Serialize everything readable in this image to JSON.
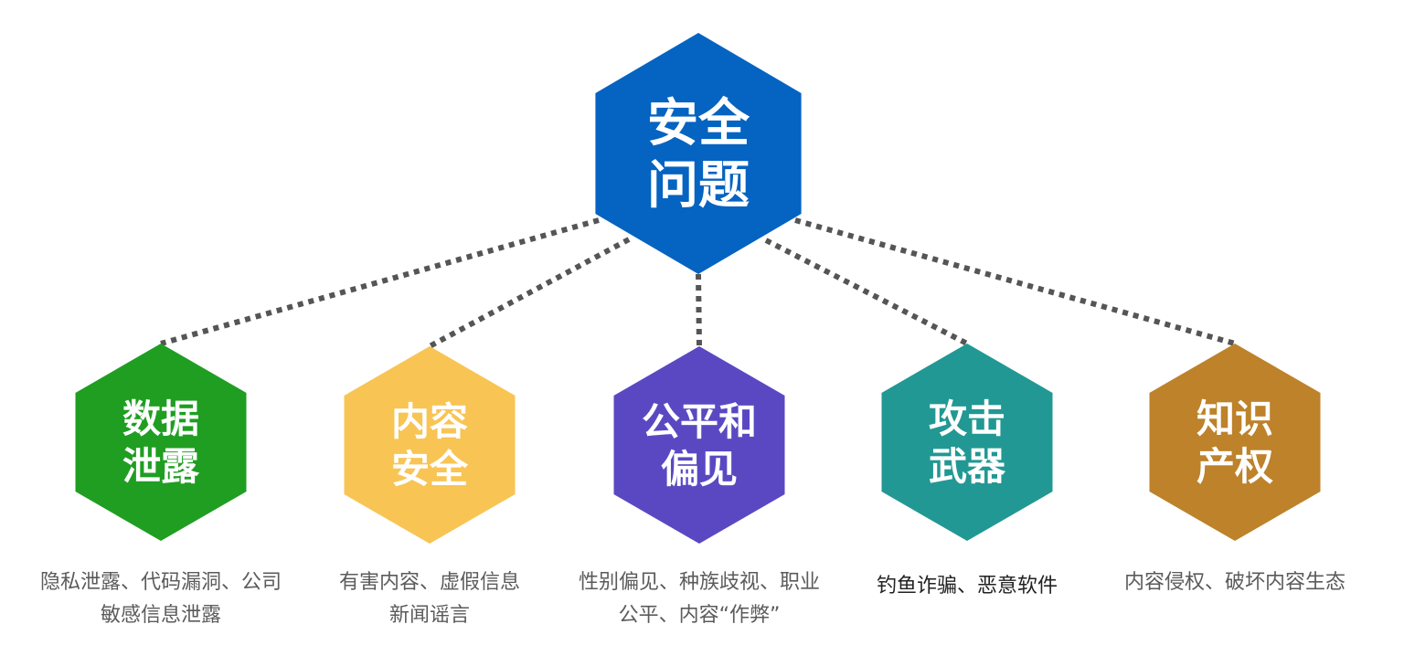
{
  "center": {
    "label_lines": [
      "安全",
      "问题"
    ],
    "color": "#0563c1"
  },
  "categories": [
    {
      "label_lines": [
        "数据",
        "泄露"
      ],
      "color": "#1f9e22",
      "desc_lines": [
        "隐私泄露、代码漏洞、公司",
        "敏感信息泄露"
      ]
    },
    {
      "label_lines": [
        "内容",
        "安全"
      ],
      "color": "#f8c454",
      "desc_lines": [
        "有害内容、虚假信息",
        "新闻谣言"
      ]
    },
    {
      "label_lines": [
        "公平和",
        "偏见"
      ],
      "color": "#5a48c3",
      "desc_lines": [
        "性别偏见、种族歧视、职业",
        "公平、内容“作弊”"
      ]
    },
    {
      "label_lines": [
        "攻击",
        "武器"
      ],
      "color": "#219894",
      "desc_lines": [
        "钓鱼诈骗、恶意软件"
      ]
    },
    {
      "label_lines": [
        "知识",
        "产权"
      ],
      "color": "#bd822a",
      "desc_lines": [
        "内容侵权、破坏内容生态"
      ]
    }
  ],
  "connector_color": "#555555"
}
